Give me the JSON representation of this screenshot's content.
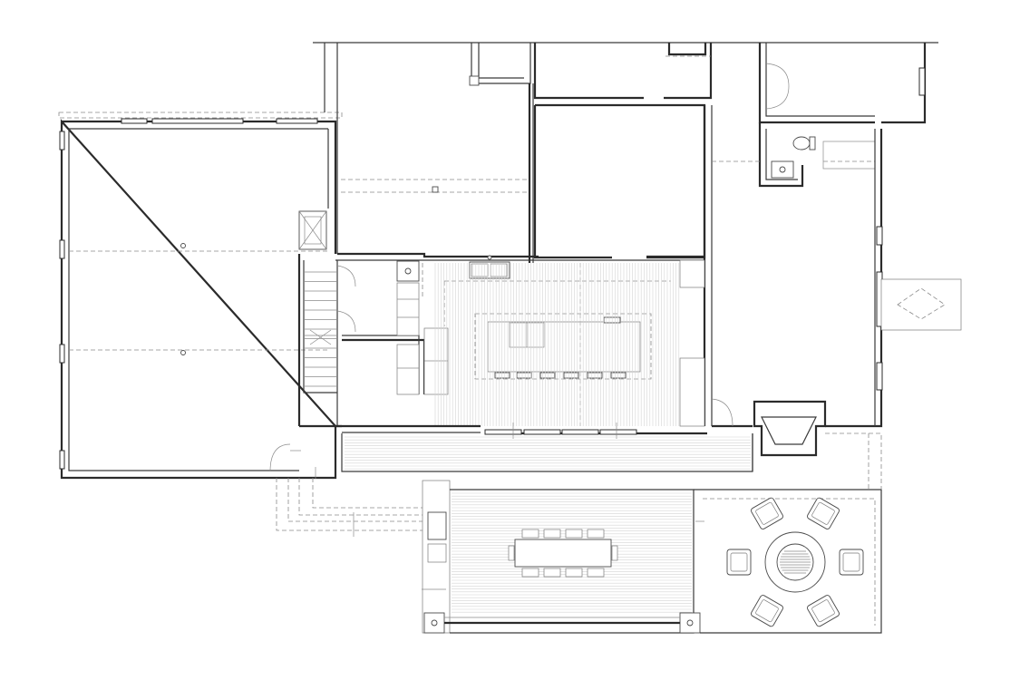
{
  "drawing": {
    "type": "architectural floor plan",
    "line_color": "#2b2b2b",
    "hatch_color": "#d4d4d4",
    "background": "#ffffff"
  },
  "rooms": [
    {
      "id": "garage"
    },
    {
      "id": "upper-room-center"
    },
    {
      "id": "upper-room-right"
    },
    {
      "id": "bathroom"
    },
    {
      "id": "hall"
    },
    {
      "id": "stair"
    },
    {
      "id": "pantry"
    },
    {
      "id": "kitchen"
    },
    {
      "id": "living-room"
    },
    {
      "id": "entry-porch"
    },
    {
      "id": "dining-deck"
    },
    {
      "id": "patio"
    }
  ],
  "furniture": {
    "dining_chairs": 8,
    "patio_lounge_chairs": 6,
    "fire_pit": true,
    "kitchen_island_stools": 6,
    "fireplace": true
  }
}
